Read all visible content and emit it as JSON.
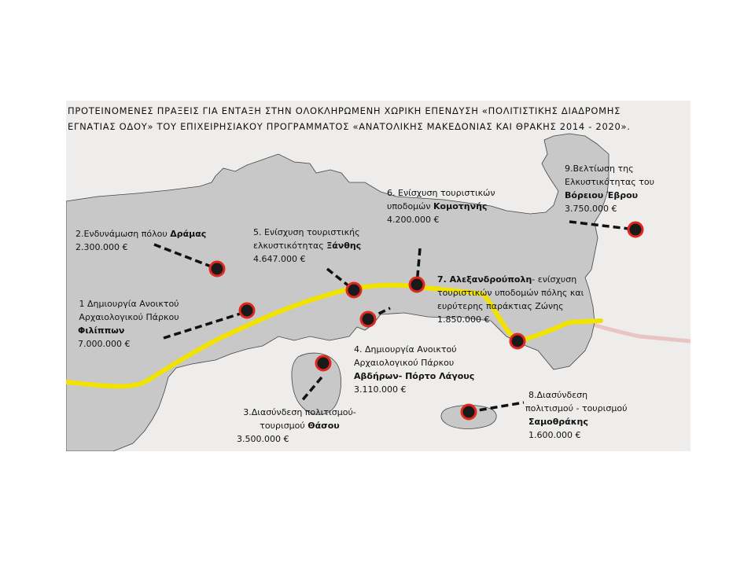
{
  "title": {
    "line1": "ΠΡΟΤΕΙΝΟΜΕΝΕΣ ΠΡΑΞΕΙΣ ΓΙΑ ΕΝΤΑΞΗ ΣΤΗΝ ΟΛΟΚΛΗΡΩΜΕΝΗ ΧΩΡΙΚΗ ΕΠΕΝΔΥΣΗ  «ΠΟΛΙΤΙΣΤΙΚΗΣ ΔΙΑΔΡΟΜΗΣ",
    "line2": "ΕΓΝΑΤΙΑΣ ΟΔΟΥ» ΤΟΥ ΕΠΙΧΕΙΡΗΣΙΑΚΟΥ ΠΡΟΓΡΑΜΜΑΤΟΣ «ΑΝΑΤΟΛΙΚΗΣ ΜΑΚΕΔΟΝΙΑΣ ΚΑΙ ΘΡΑΚΗΣ 2014 - 2020»."
  },
  "colors": {
    "land": "#c8c8c8",
    "sea": "#eeedeb",
    "route": "#f2e200",
    "marker_fill": "#1a1a1a",
    "marker_ring": "#e0291e",
    "border_line": "#e8a8a8"
  },
  "icons": {
    "marker": "red-ringed-circle-icon"
  },
  "actions": [
    {
      "l1": "2.Ενδυνάμωση πόλου ",
      "l1b": "Δράμας",
      "l2": "2.300.000 €"
    },
    {
      "l1": "5. Ενίσχυση τουριστικής",
      "l2a": "ελκυστικότητας ",
      "l2b": "Ξάνθης",
      "l3": "4.647.000 €"
    },
    {
      "l1": "6. Ενίσχυση τουριστικών",
      "l2a": "υποδομών ",
      "l2b": "Κομοτηνής",
      "l3": "4.200.000 €"
    },
    {
      "l1": "9.Βελτίωση της",
      "l2": "Ελκυστικότητας του",
      "l3": "Βόρειου Έβρου",
      "l4": "3.750.000 €"
    },
    {
      "l1": "1 Δημιουργία Ανοικτού",
      "l2": "Αρχαιολογικού Πάρκου",
      "l3": "Φιλίππων",
      "l4": "7.000.000 €"
    },
    {
      "l1b": "7. Αλεξανδρούπολη",
      "l1": "- ενίσχυση",
      "l2": "τουριστικών υποδομών πόλης και",
      "l3": "ευρύτερης παράκτιας Ζώνης",
      "l4": "1.850.000 €"
    },
    {
      "l1": "4. Δημιουργία Ανοικτού",
      "l2": "Αρχαιολογικού Πάρκου",
      "l3": "Αβδήρων- Πόρτο Λάγους",
      "l4": "3.110.000 €"
    },
    {
      "l1": "3.Διασύνδεση πολιτισμού-",
      "l2a": "τουρισμού ",
      "l2b": "Θάσου",
      "l3": "3.500.000 €"
    },
    {
      "l1": "8.Διασύνδεση",
      "l2": "πολιτισμού - τουρισμού",
      "l3": "Σαμοθράκης",
      "l4": "1.600.000 €"
    }
  ]
}
